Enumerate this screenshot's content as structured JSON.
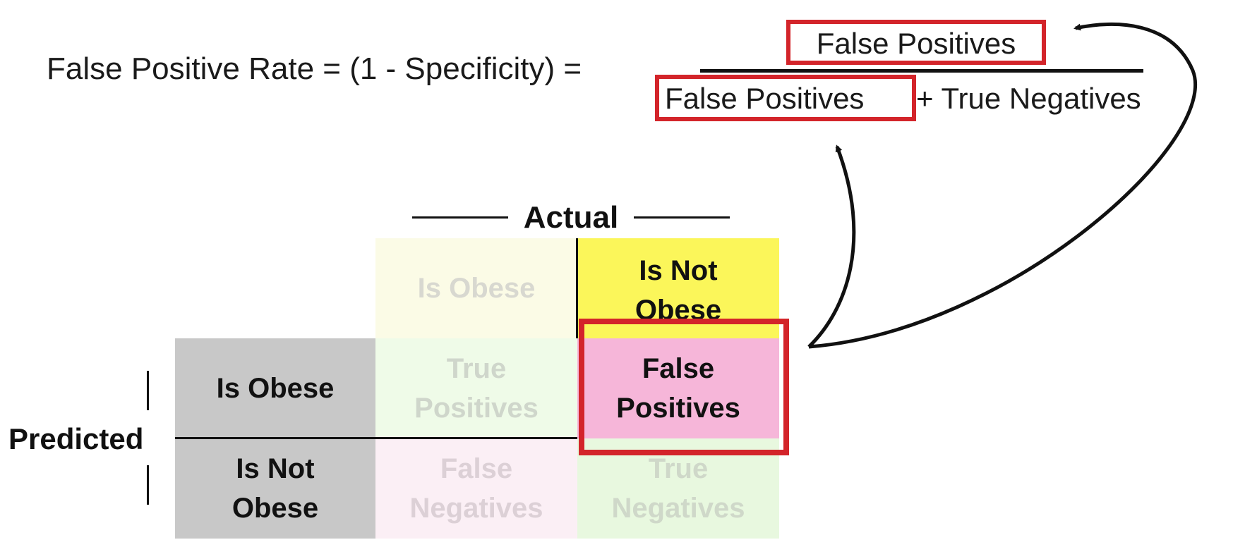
{
  "formula": {
    "lhs": "False Positive Rate = (1 - Specificity) =",
    "numerator": "False Positives",
    "denominator_term_1": "False Positives",
    "denominator_rest": "+ True Negatives"
  },
  "matrix": {
    "actual_label": "Actual",
    "predicted_label": "Predicted",
    "columns": [
      {
        "lines": [
          "Is Obese"
        ]
      },
      {
        "lines": [
          "Is Not",
          "Obese"
        ]
      }
    ],
    "rows": [
      {
        "lines": [
          "Is Obese"
        ]
      },
      {
        "lines": [
          "Is Not",
          "Obese"
        ]
      }
    ],
    "cells": {
      "true_positives": [
        "True",
        "Positives"
      ],
      "false_positives": [
        "False",
        "Positives"
      ],
      "false_negatives": [
        "False",
        "Negatives"
      ],
      "true_negatives": [
        "True",
        "Negatives"
      ]
    }
  },
  "colors": {
    "highlight_box": "#d3242a",
    "header_actual_not_obese": "#fbf65a",
    "false_positive_cell": "#f6b6d9",
    "predicted_header": "#c8c8c8"
  }
}
